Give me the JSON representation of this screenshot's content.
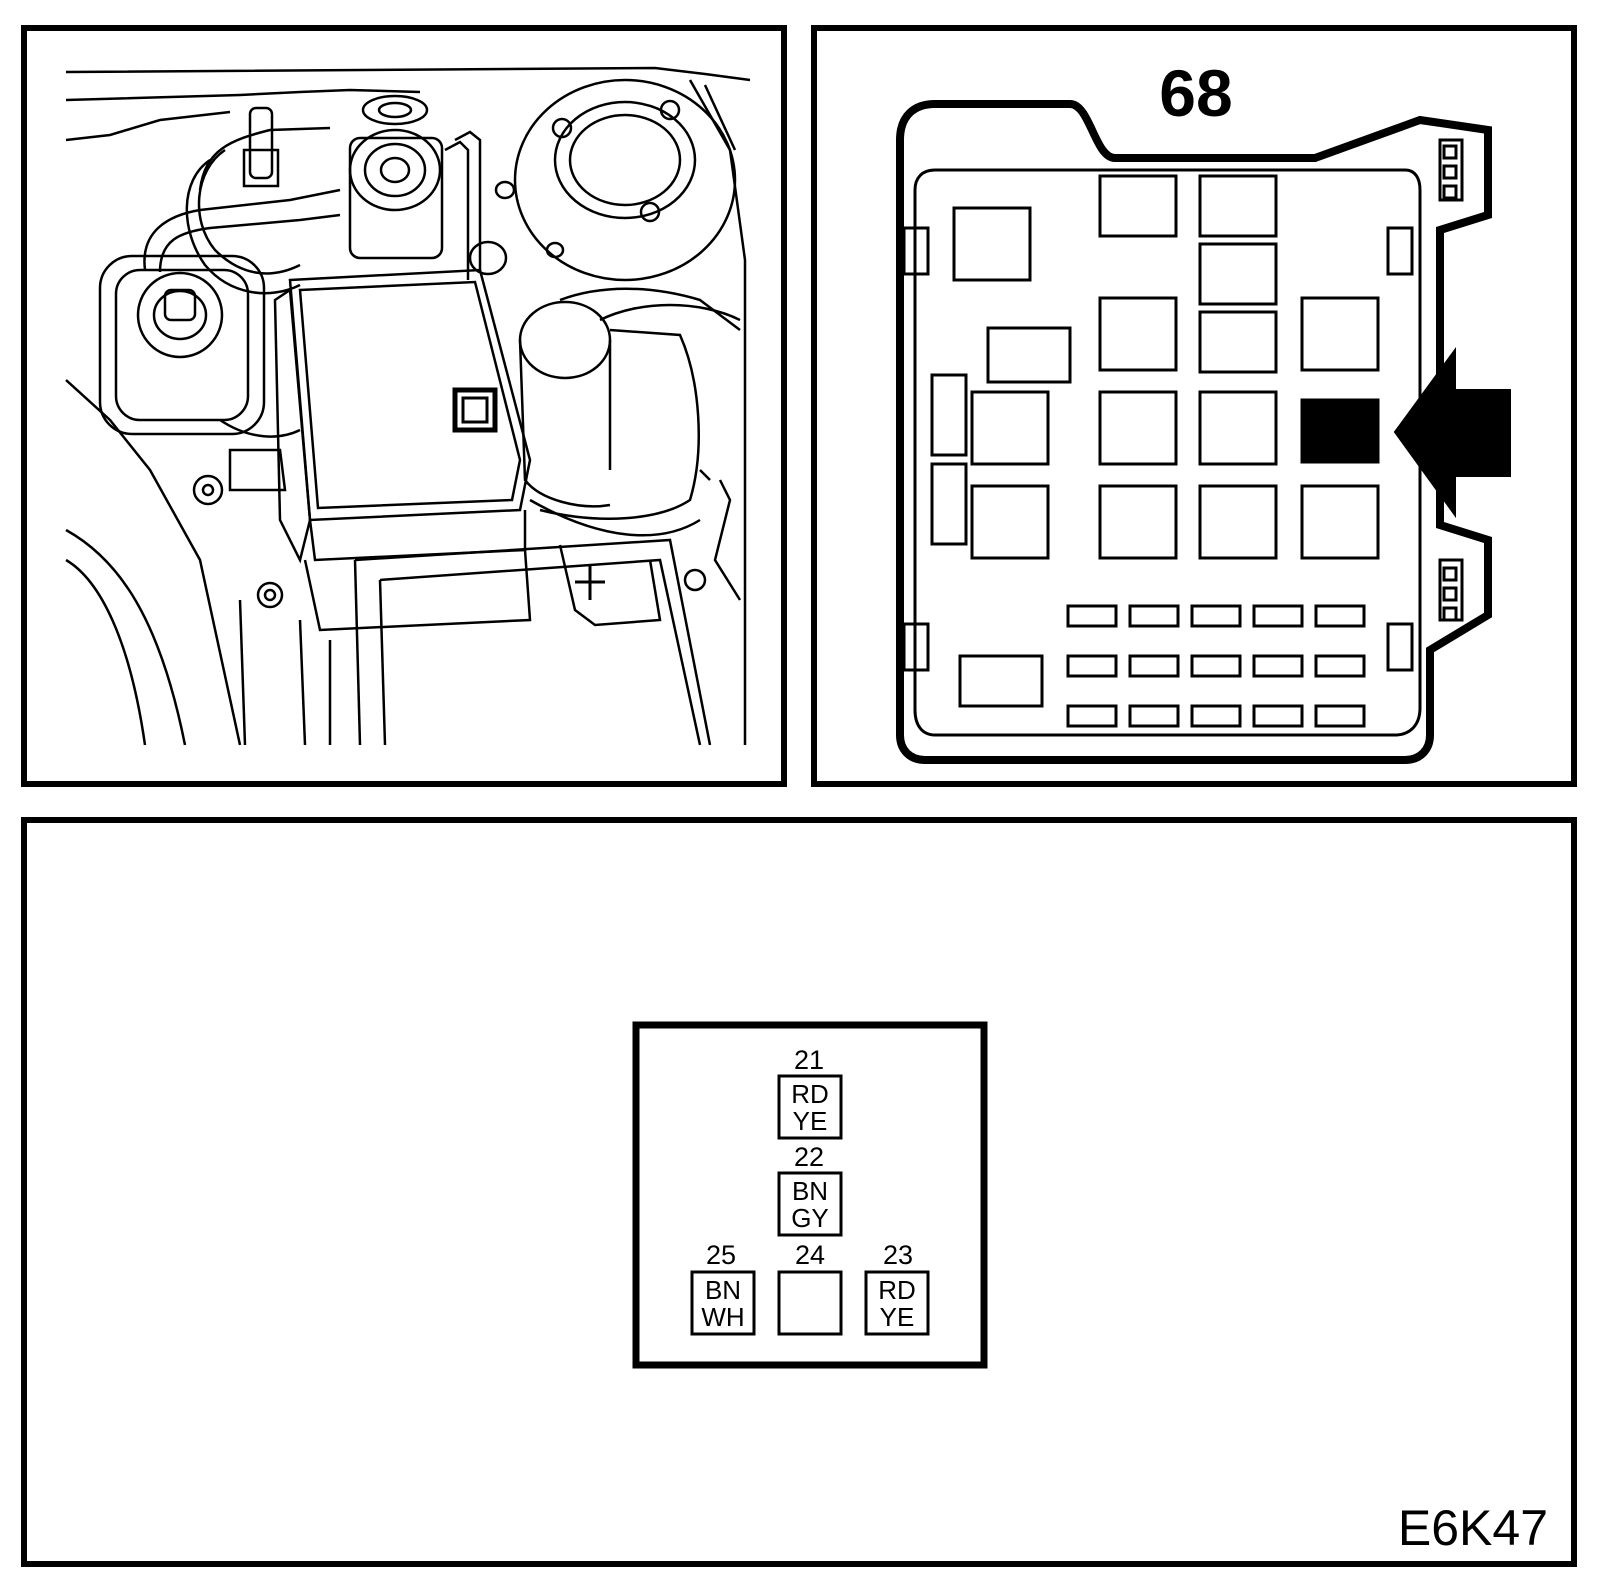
{
  "fuse_box_number": "68",
  "figure_code": "E6K47",
  "connector_pins": [
    {
      "pin": "21",
      "wire_top": "RD",
      "wire_bottom": "YE"
    },
    {
      "pin": "22",
      "wire_top": "BN",
      "wire_bottom": "GY"
    },
    {
      "pin": "25",
      "wire_top": "BN",
      "wire_bottom": "WH"
    },
    {
      "pin": "24",
      "wire_top": "",
      "wire_bottom": ""
    },
    {
      "pin": "23",
      "wire_top": "RD",
      "wire_bottom": "YE"
    }
  ],
  "icons": {
    "battery_terminal": "plus-sign-icon",
    "locator_arrow": "arrow-left-icon"
  },
  "colors": {
    "line": "#000000",
    "background": "#ffffff"
  }
}
